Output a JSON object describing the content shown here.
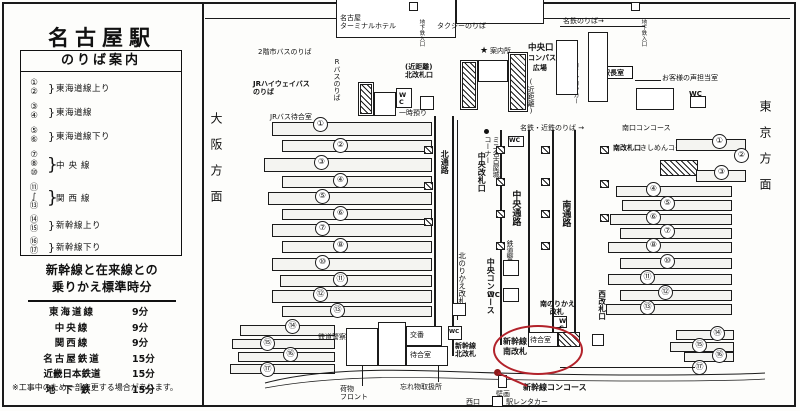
{
  "legend": {
    "station_title": "名古屋駅",
    "guide_header": "のりば案内",
    "platform_groups": [
      {
        "numbers": [
          "①",
          "②"
        ],
        "line": "東海道線上り"
      },
      {
        "numbers": [
          "③",
          "④"
        ],
        "line": "東海道線"
      },
      {
        "numbers": [
          "⑤",
          "⑥"
        ],
        "line": "東海道線下り"
      },
      {
        "numbers": [
          "⑦",
          "⑧",
          "⑩"
        ],
        "line": "中央線"
      },
      {
        "numbers": [
          "⑪",
          "∫",
          "⑬"
        ],
        "line": "関西線"
      },
      {
        "numbers": [
          "⑭",
          "⑮"
        ],
        "line": "新幹線上り"
      },
      {
        "numbers": [
          "⑯",
          "⑰"
        ],
        "line": "新幹線下り"
      }
    ],
    "transfer_title_line1": "新幹線と在来線との",
    "transfer_title_line2": "乗りかえ標準時分",
    "transfer_rows": [
      {
        "name": "東海道線",
        "minutes": "9分"
      },
      {
        "name": "中央線",
        "minutes": "9分"
      },
      {
        "name": "関西線",
        "minutes": "9分"
      },
      {
        "name": "名古屋鉄道",
        "minutes": "15分"
      },
      {
        "name": "近畿日本鉄道",
        "minutes": "15分"
      },
      {
        "name": "地下鉄",
        "minutes": "15分"
      }
    ],
    "note": "※工事中のため一部変更する場合があります。"
  },
  "map": {
    "direction_west": "大阪方面",
    "direction_east": "東京方面",
    "red_annotation": {
      "label_line1": "新幹線",
      "label_line2": "南改札",
      "color": "#b2222a"
    },
    "labels": {
      "nagoya_terminal_hotel": "名古屋\nターミナルホテル",
      "taxi_stand": "タクシーのりば",
      "subway_entrance_1": "地下鉄入口",
      "subway_entrance_2": "地下鉄入口",
      "city_bus_2f": "2階市バスのりば",
      "jr_highway_bus": "JRハイウェイバス\nのりば",
      "jr_bus_noriba": "Rバスのりば",
      "jr_bus_waiting": "JRバス待合室",
      "temporary_storage": "一時預り",
      "north_gate_short": "(近距離)\n北改札口",
      "info_desk": "案内所",
      "central_exit_plaza": "中央口\nコンパス\n広場",
      "short_distance": "(近距離)",
      "coin_locker": "コインロッカー",
      "meitetsu_noriba": "名鉄のりば→",
      "station_master": "駅長室",
      "customer_voice": "お客様の声担当室",
      "wc_top_right": "WC",
      "wc_center": "WC",
      "wc_south": "WC",
      "wc_central_corridor": "WC",
      "mini_nagoya_castle": "ミニ名古屋城\nコーナー",
      "meitetsu_kintetsu_noriba": "名鉄・近鉄のりば →",
      "south_exit_concourse": "南口コンコース",
      "central_gate": "中央改札口",
      "south_gate": "南改札口",
      "kishimen_corner": "きしめんコーナー",
      "north_corridor": "北通路",
      "central_corridor": "中央通路",
      "south_corridor": "南通路",
      "north_transfer_gate": "北のりかえ改札",
      "south_transfer_gate": "南のりかえ改札",
      "west_gate": "西改札口",
      "railway_police_left": "鉄道警察",
      "railway_police_center": "鉄道警察",
      "koban": "交番",
      "waiting_room_1": "待合室",
      "waiting_room_2": "待合室",
      "baggage_front": "荷物\nフロント",
      "lost_and_found": "忘れ物取扱所",
      "shinkansen_north_gate": "新幹線\n北改札",
      "shinkansen_concourse": "新幹線コンコース",
      "mural": "壁画",
      "station_rent_a_car": "駅レンタカー",
      "west_exit": "西口",
      "central_concourse": "中央コンコース"
    },
    "platform_numbers_west": [
      "①",
      "②",
      "③",
      "④",
      "⑤",
      "⑥",
      "⑦",
      "⑧",
      "⑩",
      "⑪",
      "⑫",
      "⑬",
      "⑭",
      "⑮",
      "⑯",
      "⑰"
    ],
    "platform_numbers_east": [
      "①",
      "②",
      "③",
      "④",
      "⑤",
      "⑥",
      "⑦",
      "⑧",
      "⑩",
      "⑪",
      "⑫",
      "⑬",
      "⑭",
      "⑮",
      "⑯",
      "⑰"
    ]
  }
}
